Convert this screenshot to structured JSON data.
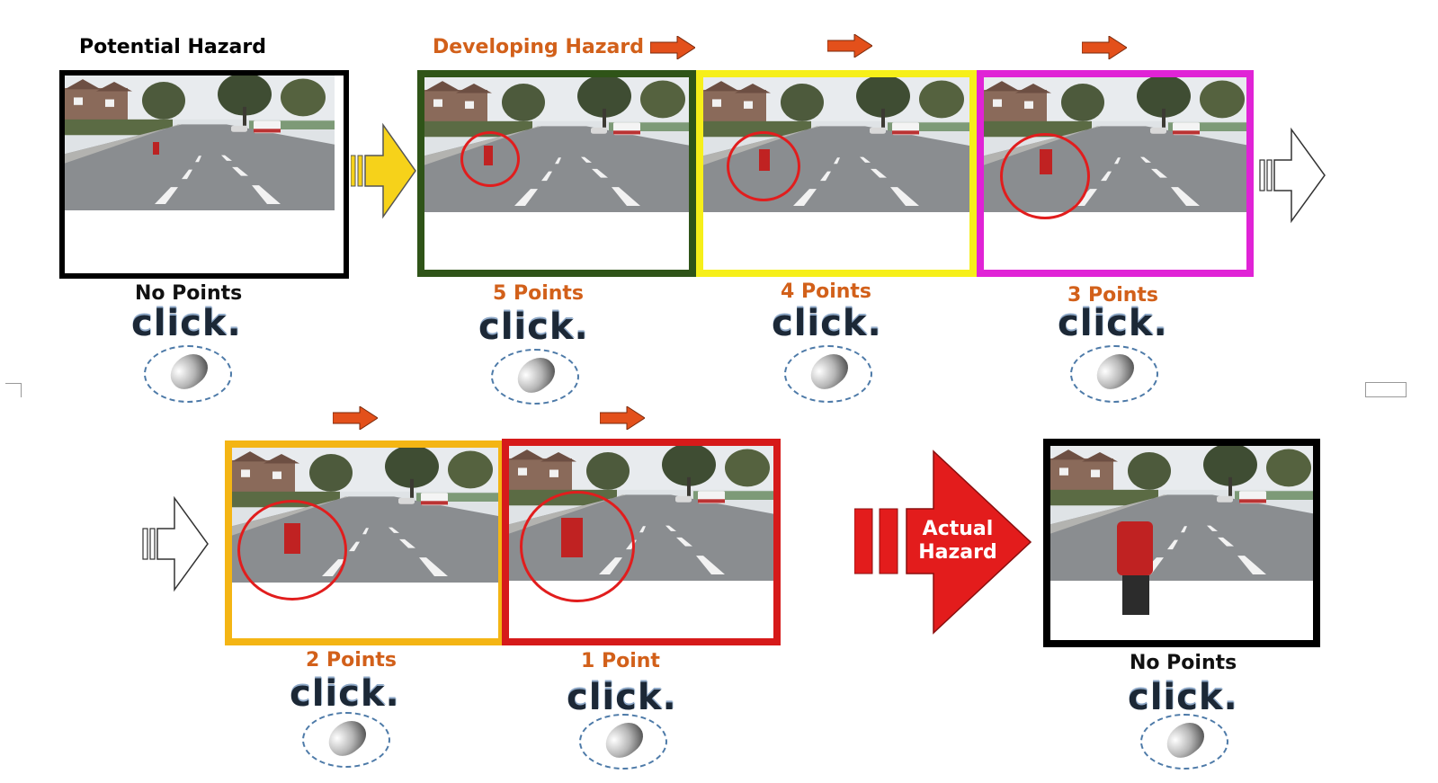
{
  "labels": {
    "potential_hazard": "Potential Hazard",
    "developing_hazard": "Developing Hazard",
    "actual_hazard_line1": "Actual",
    "actual_hazard_line2": "Hazard"
  },
  "stages": [
    {
      "points": "No Points",
      "frame_color": "#000000",
      "label_color": "black"
    },
    {
      "points": "5 Points",
      "frame_color": "#2f5418",
      "label_color": "orange"
    },
    {
      "points": "4 Points",
      "frame_color": "#f6ef1a",
      "label_color": "orange"
    },
    {
      "points": "3 Points",
      "frame_color": "#e023d6",
      "label_color": "orange"
    },
    {
      "points": "2 Points",
      "frame_color": "#f4b514",
      "label_color": "orange"
    },
    {
      "points": "1 Point",
      "frame_color": "#d61a1a",
      "label_color": "orange"
    },
    {
      "points": "No Points",
      "frame_color": "#000000",
      "label_color": "black"
    }
  ],
  "click_text": "click.",
  "colors": {
    "orange_label": "#d2601a",
    "yellow_arrow": "#f6d21a",
    "red_arrow": "#e31c1c",
    "small_arrow": "#e3501b",
    "hazard_circle": "#e11d1d"
  },
  "icons": [
    "right-arrow-icon",
    "mouse-icon",
    "hazard-circle-icon"
  ]
}
